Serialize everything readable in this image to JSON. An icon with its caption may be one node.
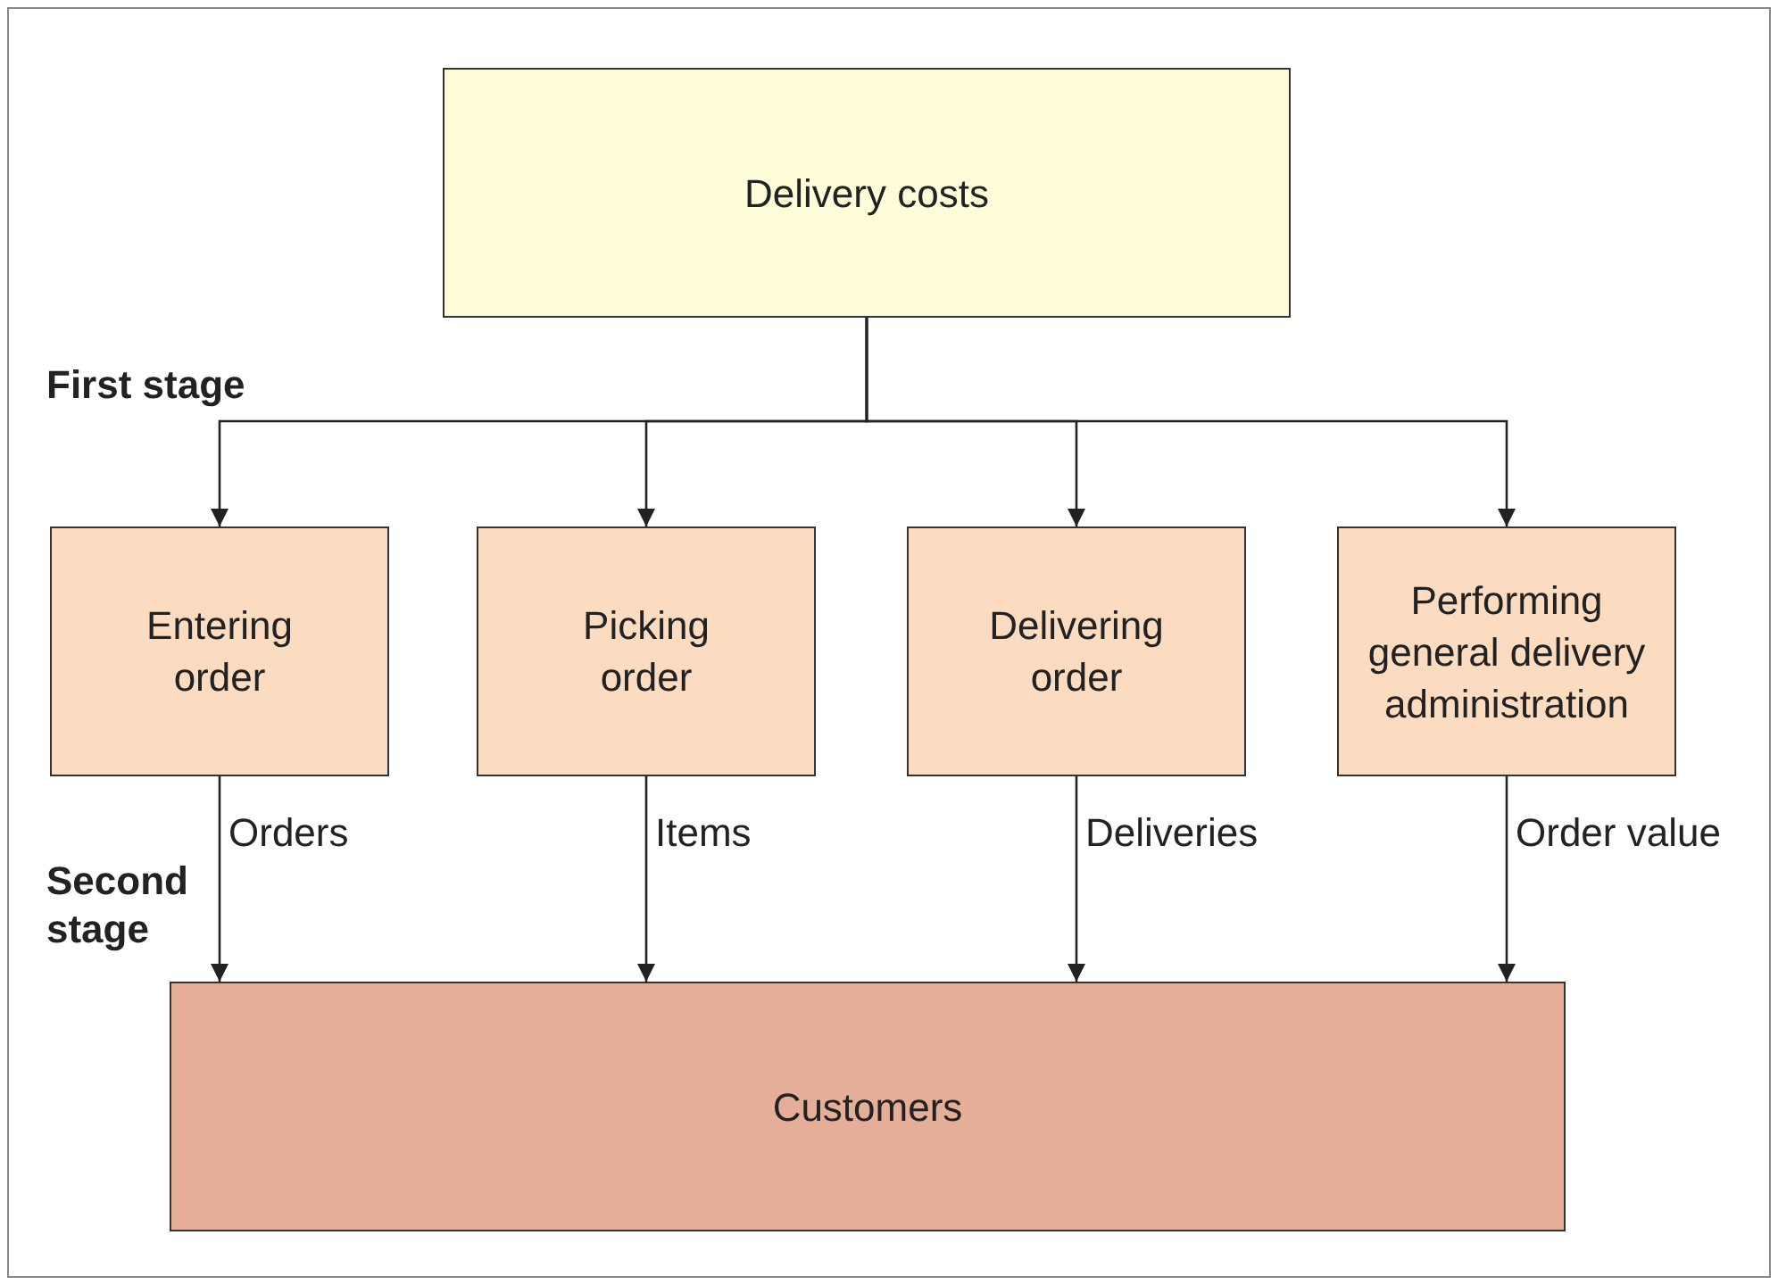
{
  "diagram": {
    "nodes": [
      {
        "text": [
          "Delivery costs"
        ]
      },
      {
        "text": [
          "Entering order"
        ]
      },
      {
        "text": [
          "Picking order"
        ]
      },
      {
        "text": [
          "Delivering order"
        ]
      },
      {
        "text": [
          "Performing general delivery administration"
        ]
      },
      {
        "text": [
          "Customers"
        ]
      }
    ],
    "edges": [
      {
        "from": 0,
        "to": 1,
        "arrow": "to"
      },
      {
        "from": 0,
        "to": 2,
        "arrow": "to"
      },
      {
        "from": 0,
        "to": 3,
        "arrow": "to"
      },
      {
        "from": 0,
        "to": 4,
        "arrow": "to"
      },
      {
        "from": 1,
        "to": 5,
        "label": "Orders",
        "arrow": "to"
      },
      {
        "from": 2,
        "to": 5,
        "label": "Items",
        "arrow": "to"
      },
      {
        "from": 3,
        "to": 5,
        "label": "Deliveries",
        "arrow": "to"
      },
      {
        "from": 4,
        "to": 5,
        "label": "Order value",
        "arrow": "to"
      }
    ],
    "labels": [
      "First stage",
      "Second stage"
    ]
  }
}
